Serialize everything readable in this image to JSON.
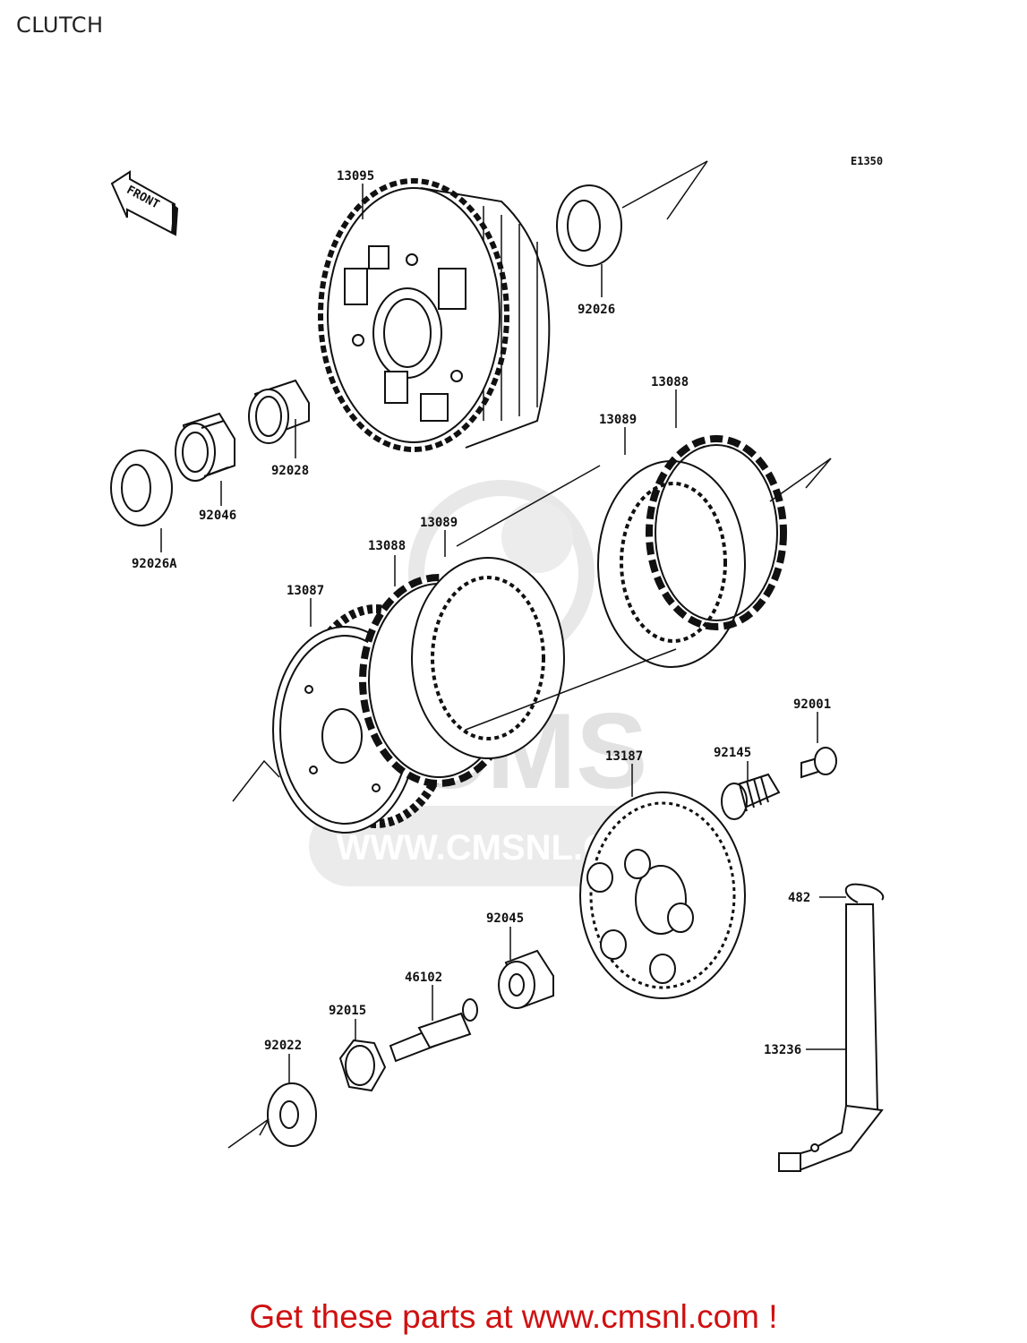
{
  "page": {
    "title": "CLUTCH",
    "diagram_code": "E1350",
    "front_label": "FRONT",
    "footer_text": "Get these parts at www.cmsnl.com !"
  },
  "watermark": {
    "brand": "CMS",
    "url": "WWW.CMSNL.COM"
  },
  "parts": [
    {
      "id": "p13095",
      "label": "13095"
    },
    {
      "id": "p92026",
      "label": "92026"
    },
    {
      "id": "p92028",
      "label": "92028"
    },
    {
      "id": "p92046",
      "label": "92046"
    },
    {
      "id": "p92026A",
      "label": "92026A"
    },
    {
      "id": "p13088a",
      "label": "13088"
    },
    {
      "id": "p13089a",
      "label": "13089"
    },
    {
      "id": "p13089b",
      "label": "13089"
    },
    {
      "id": "p13088b",
      "label": "13088"
    },
    {
      "id": "p13087",
      "label": "13087"
    },
    {
      "id": "p92001",
      "label": "92001"
    },
    {
      "id": "p92145",
      "label": "92145"
    },
    {
      "id": "p13187",
      "label": "13187"
    },
    {
      "id": "p482",
      "label": "482"
    },
    {
      "id": "p92045",
      "label": "92045"
    },
    {
      "id": "p46102",
      "label": "46102"
    },
    {
      "id": "p92015",
      "label": "92015"
    },
    {
      "id": "p92022",
      "label": "92022"
    },
    {
      "id": "p13236",
      "label": "13236"
    }
  ],
  "colors": {
    "line": "#111111",
    "watermark": "#e4e4e4",
    "footer": "#d01010"
  }
}
